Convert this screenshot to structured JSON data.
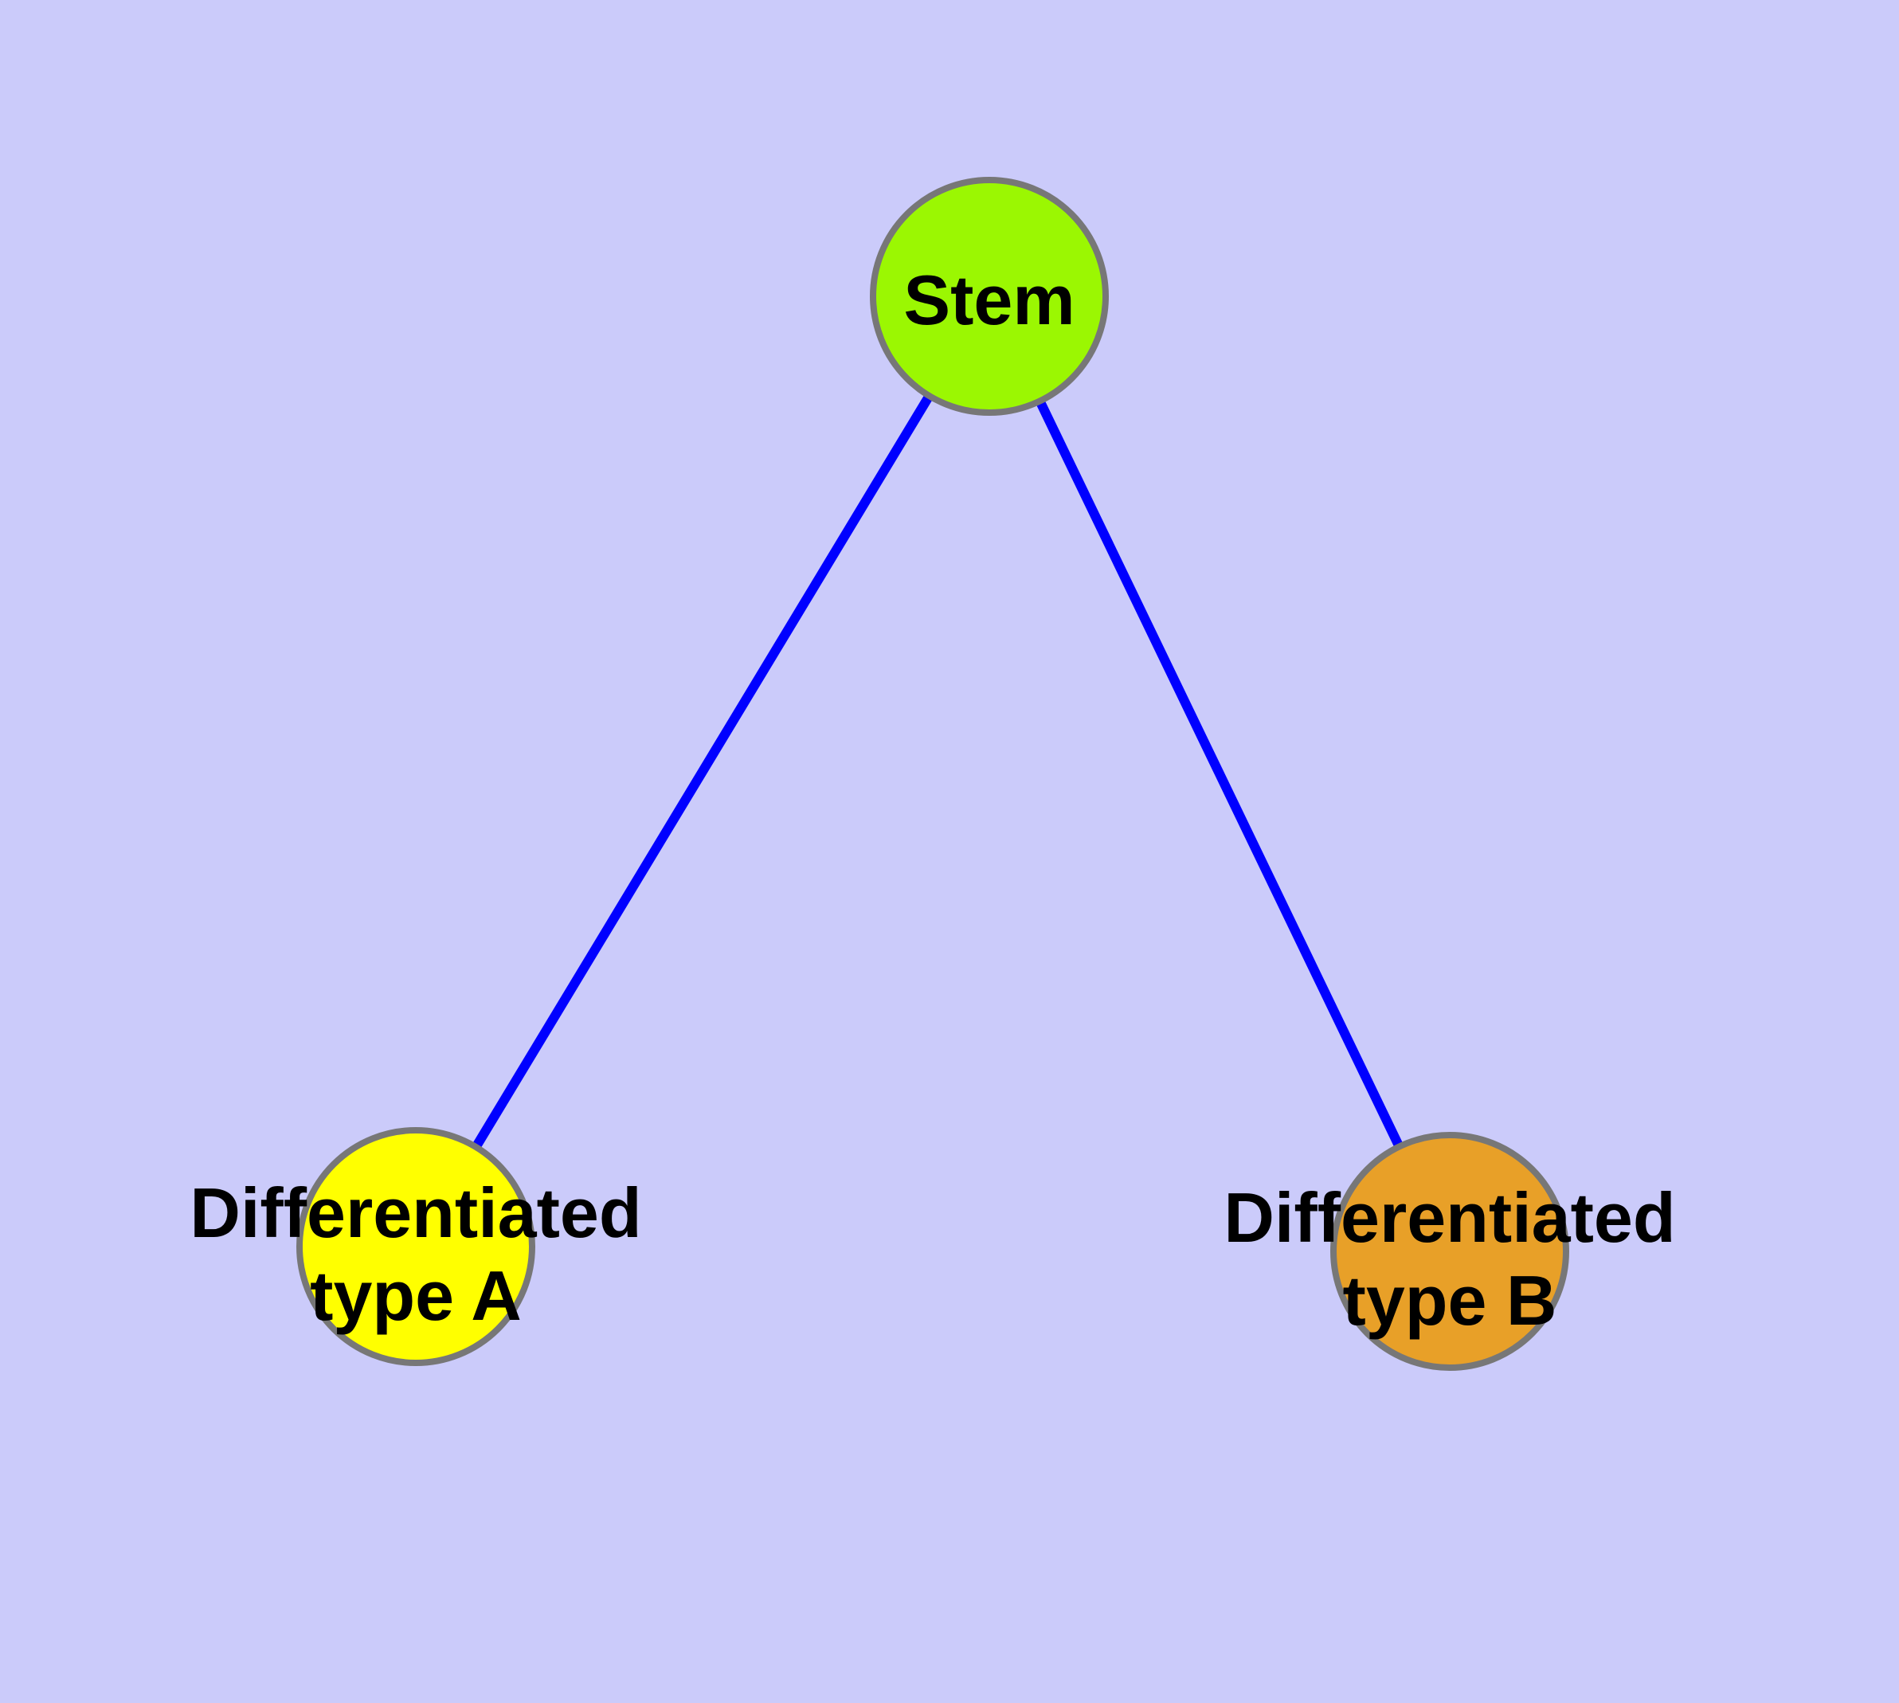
{
  "diagram": {
    "background_color": "#CBCBFA",
    "edge_color": "#0000FF",
    "node_stroke_color": "#777777",
    "text_color": "#000000",
    "nodes": {
      "stem": {
        "label": "Stem",
        "fill": "#9BF702"
      },
      "type_a": {
        "label_line1": "Differentiated",
        "label_line2": "type A",
        "fill": "#FFFF00"
      },
      "type_b": {
        "label_line1": "Differentiated",
        "label_line2": "type B",
        "fill": "#E8A028"
      }
    }
  }
}
